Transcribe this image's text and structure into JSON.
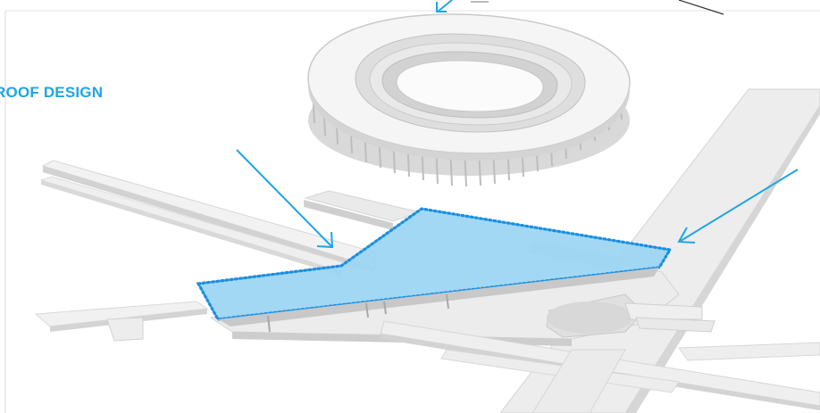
{
  "diagram": {
    "label": "ROOF DESIGN",
    "colors": {
      "accent": "#1FA5E6",
      "roof_fill": "#9AD5F2",
      "roof_outline": "#1B8FE0",
      "model_light": "#F4F4F4",
      "model_mid": "#E3E3E3",
      "model_shade": "#CFCFCF",
      "model_dark": "#B5B5B5",
      "background": "#FFFFFF"
    },
    "elements": {
      "stadium": "stadium-model",
      "roof": "roof-footprint-highlight",
      "arrows": [
        "left-pointer-arrow",
        "right-pointer-arrow",
        "top-pointer-arrow"
      ]
    }
  }
}
